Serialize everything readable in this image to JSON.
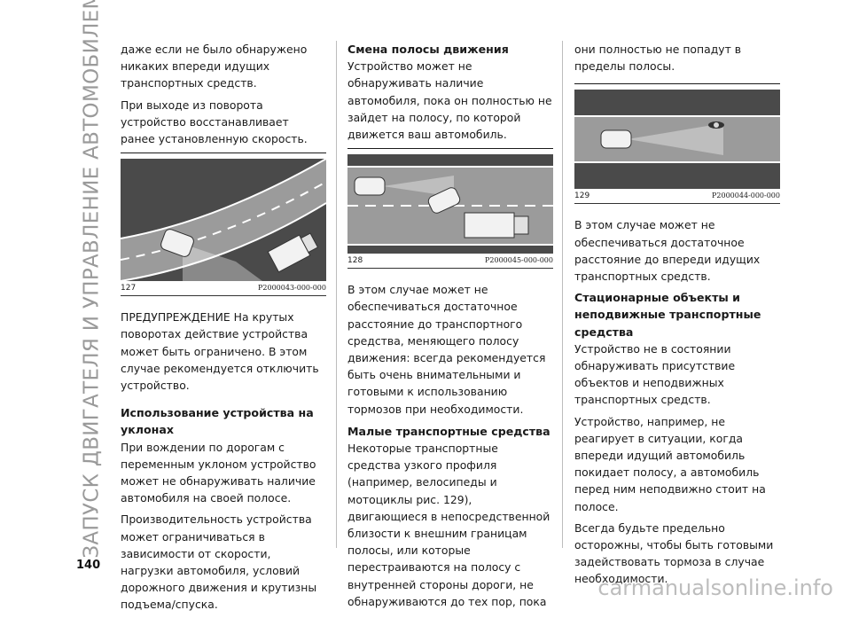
{
  "side_title": "ЗАПУСК ДВИГАТЕЛЯ И УПРАВЛЕНИЕ АВТОМОБИЛЕМ",
  "page_number": "140",
  "watermark": "carmanualsonline.info",
  "col1": {
    "para1": "даже если не было обнаружено никаких впереди идущих транспортных средств.",
    "para2": "При выходе из поворота устройство восстанавливает ранее установленную скорость.",
    "fig": {
      "num": "127",
      "code": "P2000043-000-000"
    },
    "warning": "ПРЕДУПРЕЖДЕНИЕ На крутых поворотах действие устройства может быть ограничено. В этом случае рекомендуется отключить устройство.",
    "heading": "Использование устройства на уклонах",
    "para3": "При вождении по дорогам с переменным уклоном устройство может не обнаруживать наличие автомобиля на своей полосе.",
    "para4": "Производительность устройства может ограничиваться в зависимости от скорости, нагрузки автомобиля, условий дорожного движения и крутизны подъема/спуска."
  },
  "col2": {
    "heading": "Смена полосы движения",
    "para1": "Устройство может не обнаруживать наличие автомобиля, пока он полностью не зайдет на полосу, по которой движется ваш автомобиль.",
    "fig": {
      "num": "128",
      "code": "P2000045-000-000"
    },
    "para2": "В этом случае может не обеспечиваться достаточное расстояние до транспортного средства, меняющего полосу движения: всегда рекомендуется быть очень внимательными и готовыми к использованию тормозов при необходимости.",
    "heading2": "Малые транспортные средства",
    "para3": "Некоторые транспортные средства узкого профиля (например, велосипеды и мотоциклы рис. 129), двигающиеся в непосредственной близости к внешним границам полосы, или которые перестраиваются на полосу с внутренней стороны дороги, не обнаруживаются до тех пор, пока"
  },
  "col3": {
    "para1": "они полностью не попадут в пределы полосы.",
    "fig": {
      "num": "129",
      "code": "P2000044-000-000"
    },
    "para2": "В этом случае может не обеспечиваться достаточное расстояние до впереди идущих транспортных средств.",
    "heading": "Стационарные объекты и неподвижные транспортные средства",
    "para3": "Устройство не в состоянии обнаруживать присутствие объектов и неподвижных транспортных средств.",
    "para4": "Устройство, например, не реагирует в ситуации, когда впереди идущий автомобиль покидает полосу, а автомобиль перед ним неподвижно стоит на полосе.",
    "para5": "Всегда будьте предельно осторожны, чтобы быть готовыми задействовать тормоза в случае необходимости."
  }
}
